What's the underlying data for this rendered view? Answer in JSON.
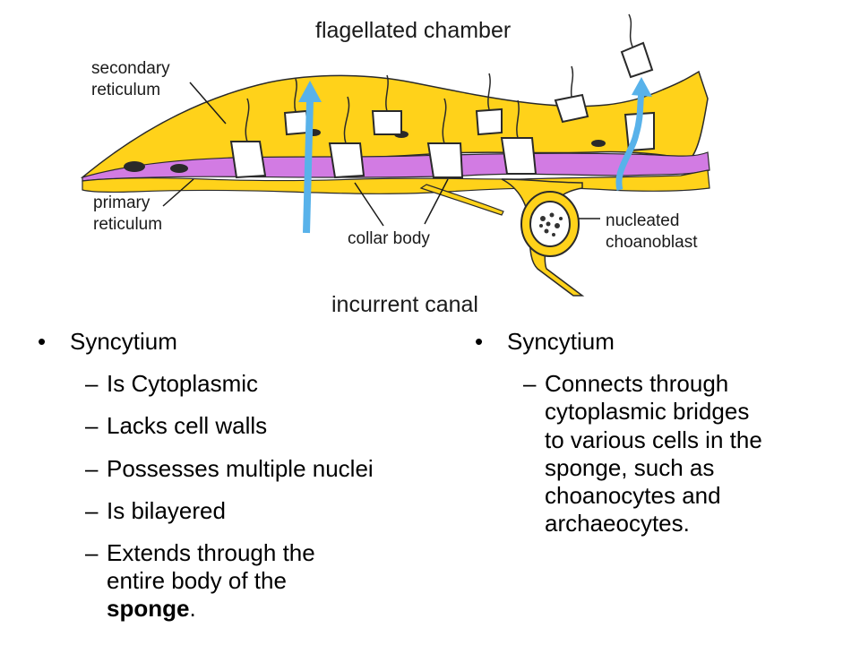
{
  "diagram": {
    "colors": {
      "yellow": "#FFD21A",
      "purple": "#D27BE3",
      "flow_arrow": "#58B2EA",
      "background": "#FFFFFF"
    },
    "labels": {
      "flagellated_chamber": "flagellated chamber",
      "secondary_reticulum_1": "secondary",
      "secondary_reticulum_2": "reticulum",
      "primary_reticulum_1": "primary",
      "primary_reticulum_2": "reticulum",
      "collar_body": "collar body",
      "nucleated_choanoblast_1": "nucleated",
      "nucleated_choanoblast_2": "choanoblast",
      "incurrent_canal": "incurrent canal"
    }
  },
  "left_column": {
    "bullet": "Syncytium",
    "items": [
      "Is Cytoplasmic",
      "Lacks cell walls",
      "Possesses multiple nuclei",
      "Is bilayered"
    ],
    "last_item_line1": "Extends through the",
    "last_item_line2": "entire body of the",
    "last_item_bold": "sponge",
    "last_item_end": "."
  },
  "right_column": {
    "bullet": "Syncytium",
    "item_lines": [
      "Connects through",
      "cytoplasmic bridges",
      "to various cells in the",
      "sponge, such as",
      "choanocytes and",
      "archaeocytes."
    ]
  },
  "glyphs": {
    "bullet": "•",
    "dash": "–"
  }
}
